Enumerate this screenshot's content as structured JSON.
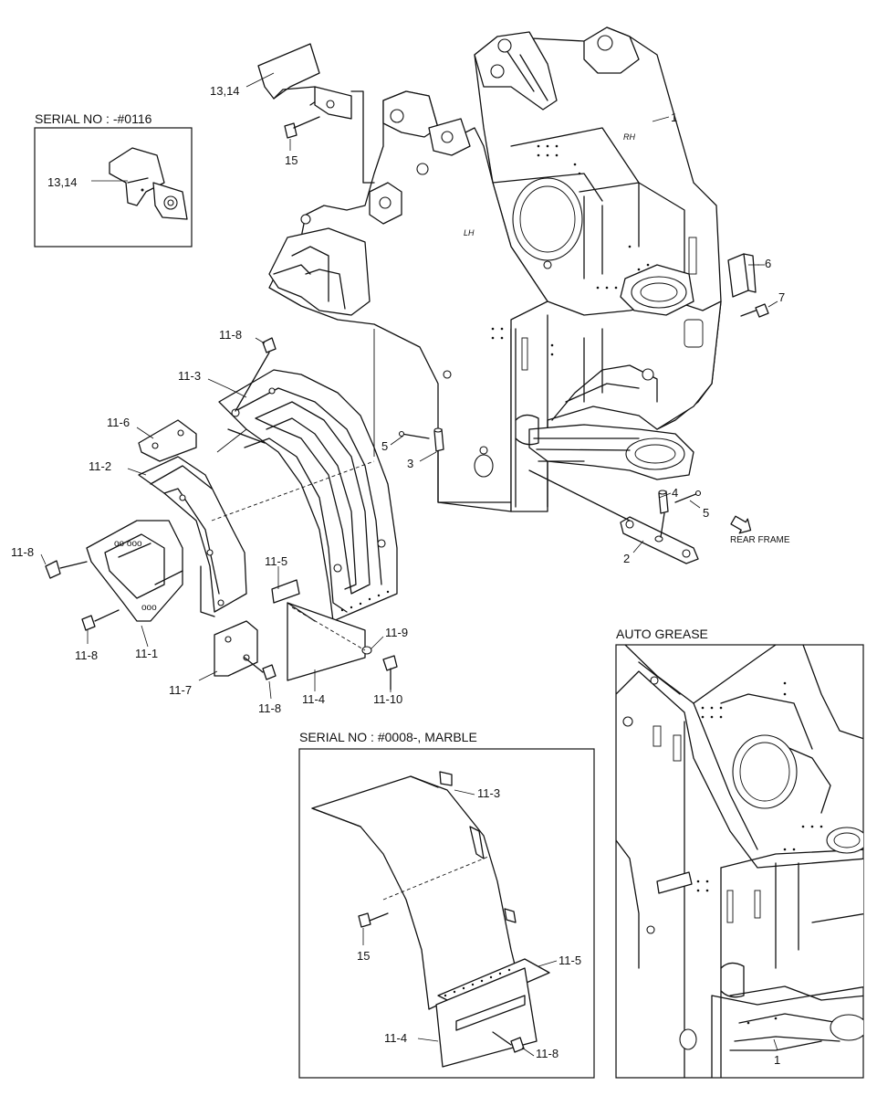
{
  "insets": {
    "serial_early": "SERIAL NO : -#0116",
    "serial_marble": "SERIAL NO : #0008-, MARBLE",
    "auto_grease": "AUTO GREASE"
  },
  "markings": {
    "rh": "RH",
    "lh": "LH"
  },
  "direction": {
    "rear_frame": "REAR FRAME"
  },
  "callouts": {
    "p1": "1",
    "p13_14_top": "13,14",
    "p15_top": "15",
    "p13_14_inset": "13,14",
    "p6": "6",
    "p7": "7",
    "p11_8_a": "11-8",
    "p11_3": "11-3",
    "p11_6": "11-6",
    "p11_2": "11-2",
    "p5_a": "5",
    "p3": "3",
    "p4": "4",
    "p5_b": "5",
    "p2": "2",
    "p11_8_b": "11-8",
    "p11_5": "11-5",
    "p11_8_c": "11-8",
    "p11_1": "11-1",
    "p11_9": "11-9",
    "p11_7": "11-7",
    "p11_8_d": "11-8",
    "p11_4": "11-4",
    "p11_10": "11-10",
    "m11_3": "11-3",
    "m15": "15",
    "m11_5": "11-5",
    "m11_4": "11-4",
    "m11_8": "11-8",
    "ag1": "1"
  }
}
